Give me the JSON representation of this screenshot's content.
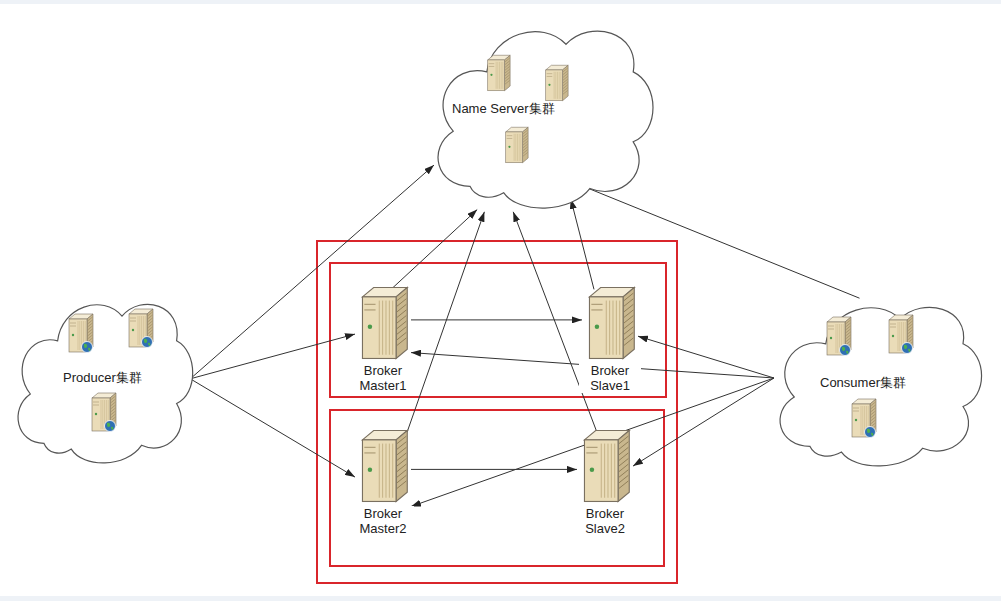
{
  "diagram": {
    "nodes": [
      {
        "text": [
          "Name Server集群"
        ]
      },
      {
        "text": [
          "Producer集群"
        ]
      },
      {
        "text": [
          "Broker Master1"
        ]
      },
      {
        "text": [
          "Broker Slave1"
        ]
      },
      {
        "text": [
          "Consumer集群"
        ]
      },
      {
        "text": [
          "Broker Master2"
        ]
      },
      {
        "text": [
          "Broker Slave2"
        ]
      }
    ],
    "edges": [
      {
        "from": 1,
        "to": 0,
        "arrow": "to"
      },
      {
        "from": 1,
        "to": 2,
        "arrow": "to"
      },
      {
        "from": 1,
        "to": 5,
        "arrow": "to"
      },
      {
        "from": 2,
        "to": 0,
        "arrow": "to"
      },
      {
        "from": 3,
        "to": 0,
        "arrow": "to"
      },
      {
        "from": 5,
        "to": 0,
        "arrow": "to"
      },
      {
        "from": 6,
        "to": 0,
        "arrow": "to"
      },
      {
        "from": 4,
        "to": 0,
        "arrow": "to"
      },
      {
        "from": 2,
        "to": 3,
        "arrow": "to"
      },
      {
        "from": 5,
        "to": 6,
        "arrow": "to"
      },
      {
        "from": 4,
        "to": 3,
        "arrow": "to"
      },
      {
        "from": 4,
        "to": 2,
        "arrow": "to"
      },
      {
        "from": 4,
        "to": 5,
        "arrow": "to"
      },
      {
        "from": 4,
        "to": 6,
        "arrow": "to"
      }
    ]
  }
}
